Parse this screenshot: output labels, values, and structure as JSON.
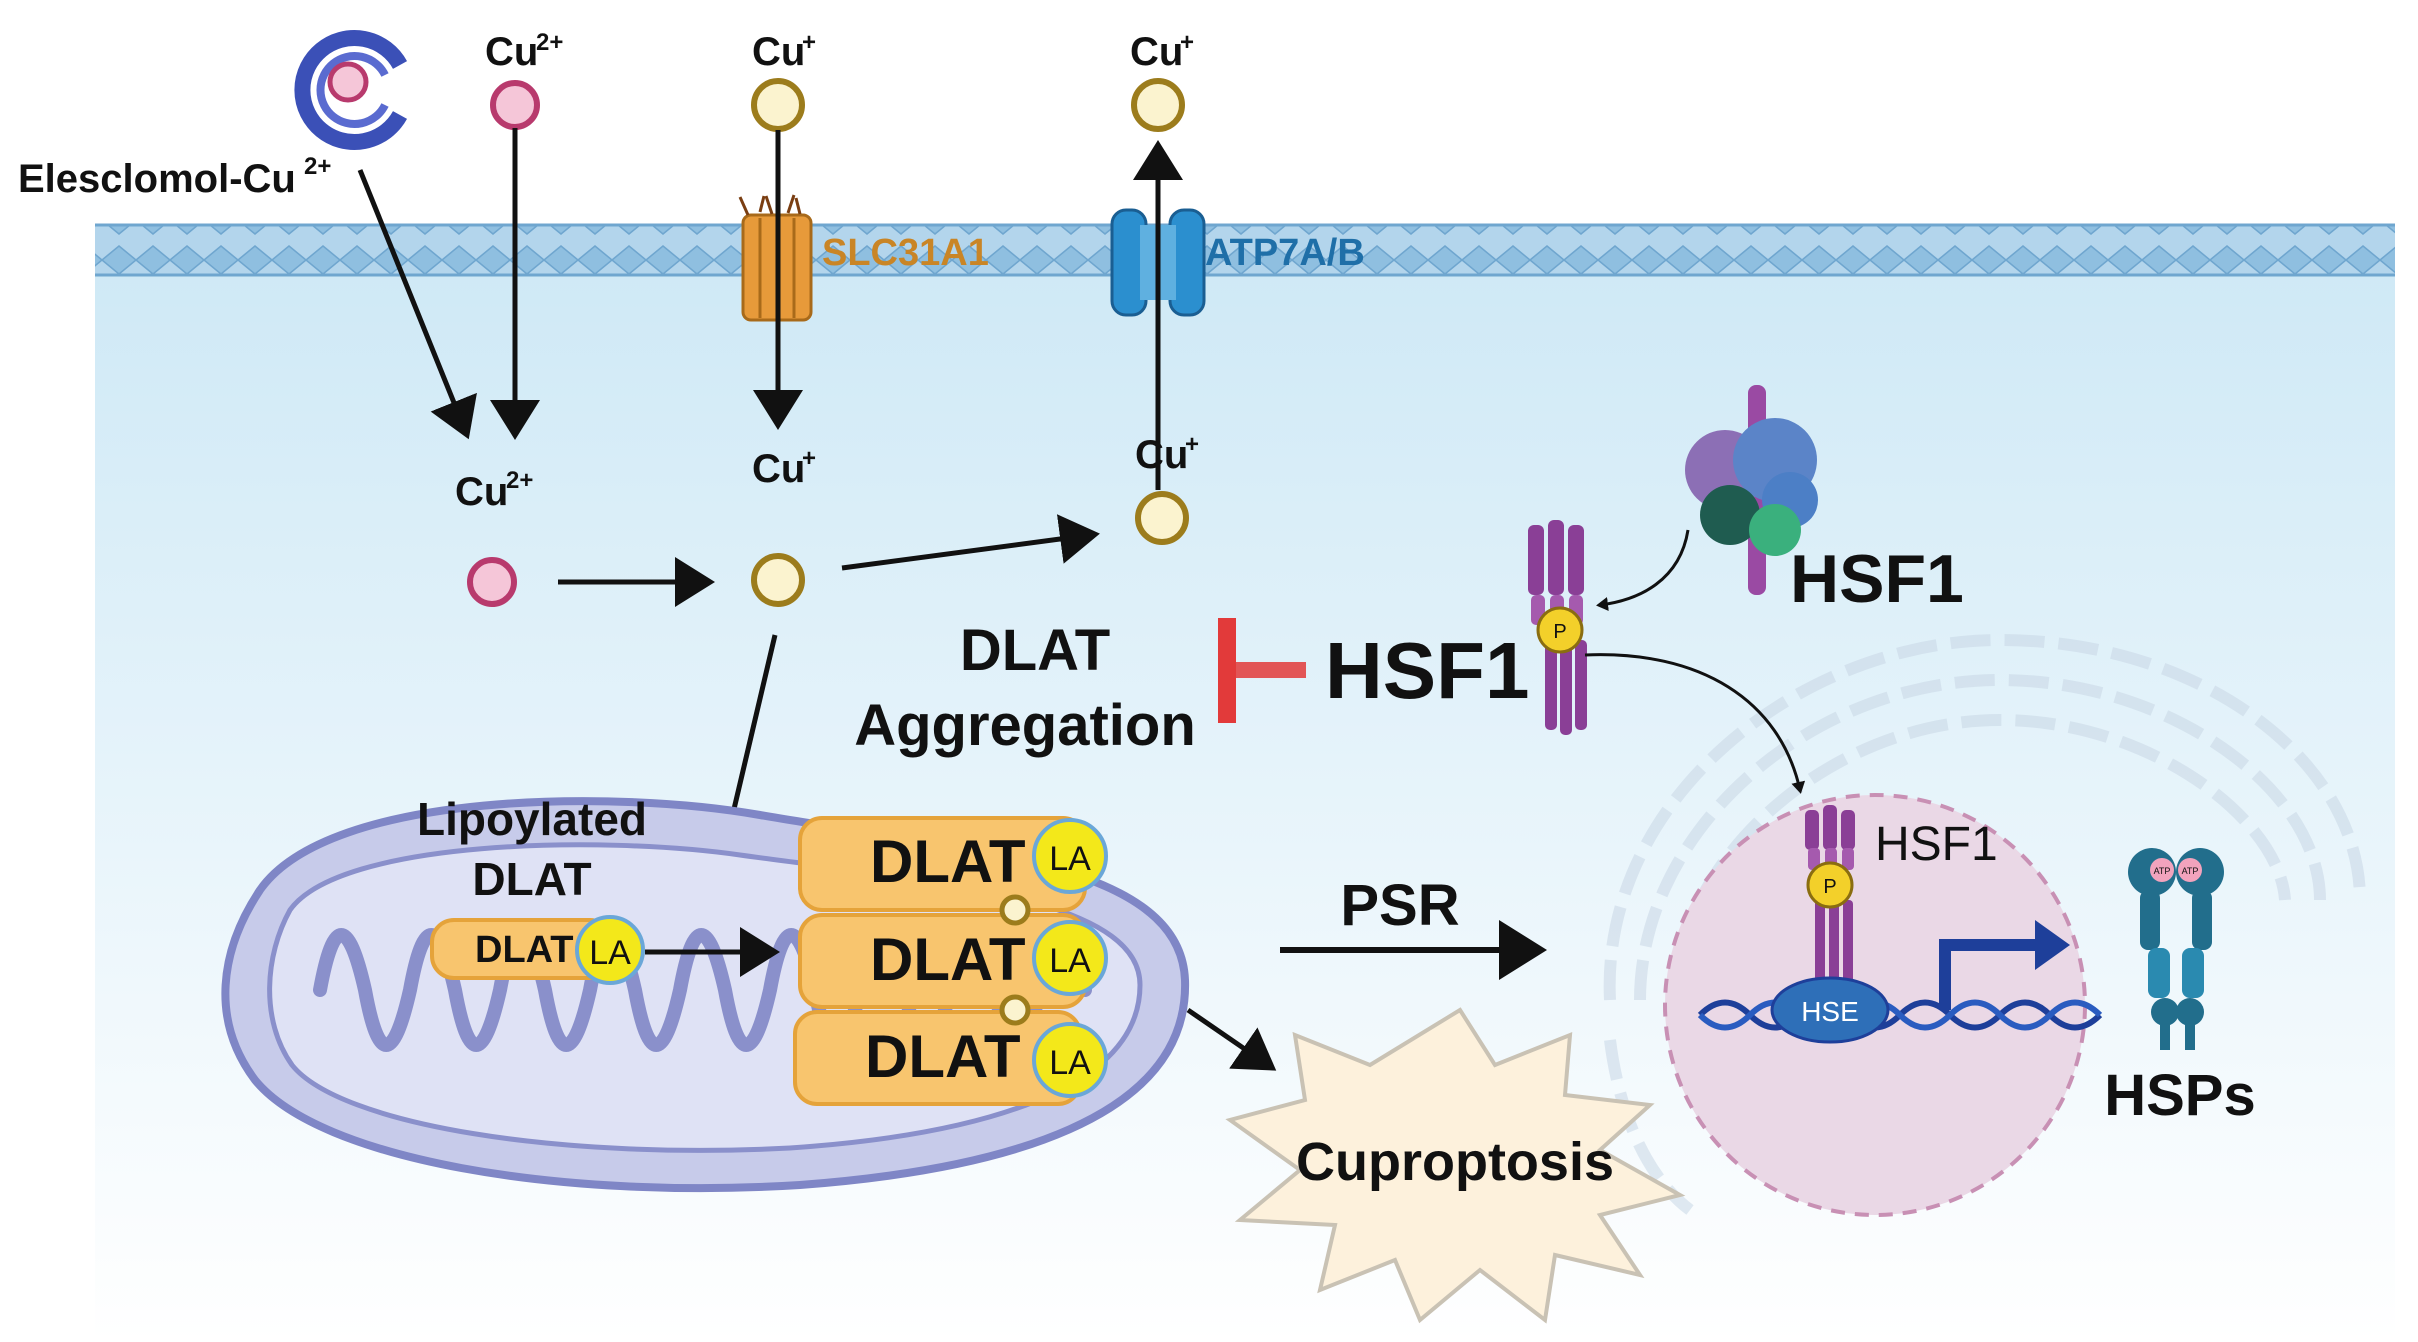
{
  "ions": {
    "cu2": "Cu",
    "cu1": "Cu",
    "sup2": "2+",
    "sup1": "+"
  },
  "labels": {
    "elesclomol": "Elesclomol-Cu",
    "slc31a1": "SLC31A1",
    "atp7ab": "ATP7A/B",
    "hsf1_big": "HSF1",
    "hsf1_top": "HSF1",
    "hsf1_nucleus": "HSF1",
    "dlat_aggregation_line1": "DLAT",
    "dlat_aggregation_line2": "Aggregation",
    "lipoylated_line1": "Lipoylated",
    "lipoylated_line2": "DLAT",
    "dlat": "DLAT",
    "la": "LA",
    "psr": "PSR",
    "cuproptosis": "Cuproptosis",
    "hsps": "HSPs",
    "hse": "HSE",
    "phospho": "P",
    "atp": "ATP"
  },
  "colors": {
    "membrane": "#a9cde6",
    "cytoplasm_top": "#d4ecf7",
    "slc31a1": "#c98526",
    "atp7ab": "#1f6fa8",
    "cu2_fill": "#f5c6d8",
    "cu2_stroke": "#b83a6d",
    "cu1_fill": "#fbf3cf",
    "cu1_stroke": "#9c7c1c",
    "hsf1": "#8a3f96",
    "inhibit": "#e23a3a",
    "mito": "#c7cbea",
    "mito_stroke": "#7f86c6",
    "dlat": "#f8c56e",
    "la": "#f3e81a",
    "nucleus": "#ead8e6",
    "dna": "#1e3f9a",
    "hsp": "#226e8c"
  }
}
